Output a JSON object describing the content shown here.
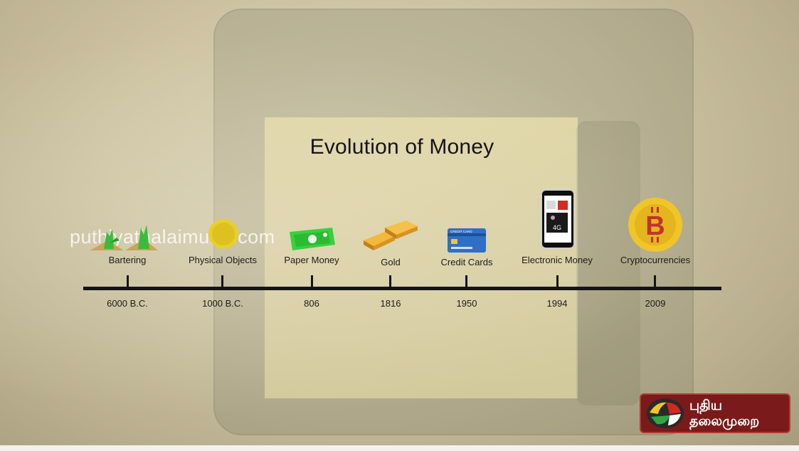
{
  "title": "Evolution of Money",
  "watermark": "puthiyathalaimurai.com",
  "events": [
    {
      "label": "Bartering",
      "year": "6000 B.C.",
      "icon": "bartering-icon"
    },
    {
      "label": "Physical Objects",
      "year": "1000 B.C.",
      "icon": "physical-objects-icon"
    },
    {
      "label": "Paper Money",
      "year": "806",
      "icon": "paper-money-icon"
    },
    {
      "label": "Gold",
      "year": "1816",
      "icon": "gold-bars-icon"
    },
    {
      "label": "Credit Cards",
      "year": "1950",
      "icon": "credit-card-icon"
    },
    {
      "label": "Electronic Money",
      "year": "1994",
      "icon": "smartphone-icon"
    },
    {
      "label": "Cryptocurrencies",
      "year": "2009",
      "icon": "bitcoin-icon"
    }
  ],
  "icon_text": {
    "credit_card": "CREDIT CARD",
    "phone": "4G",
    "bitcoin": "B"
  },
  "logo": {
    "line1": "புதிய",
    "line2": "தலைமுறை"
  },
  "colors": {
    "line": "#141414",
    "gold": "#e7a92c",
    "bitcoin_red": "#c0342d",
    "money_green": "#37d13e",
    "logo_red": "#7a1a1a"
  }
}
